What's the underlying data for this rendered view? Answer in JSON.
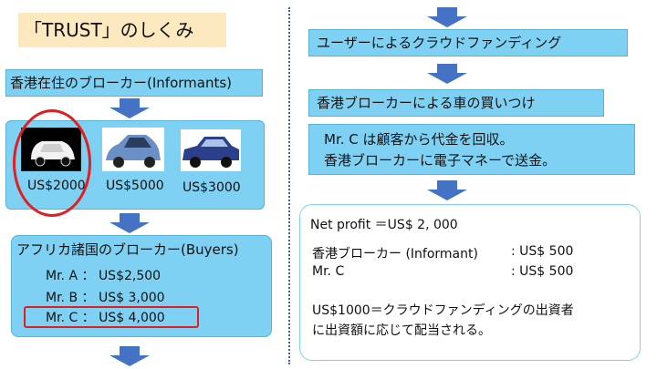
{
  "title": "「TRUST」のしくみ",
  "left": {
    "informants_label": "香港在住のブローカー(Informants)",
    "cars": [
      {
        "name": "car-icon-white",
        "price": "US$2000",
        "highlighted": true
      },
      {
        "name": "car-icon-blue",
        "price": "US$5000",
        "highlighted": false
      },
      {
        "name": "car-icon-navy",
        "price": "US$3000",
        "highlighted": false
      }
    ],
    "buyers_label": "アフリカ諸国のブローカー(Buyers)",
    "buyers": [
      {
        "name": "Mr. A",
        "sep": "：",
        "price": "US$2,500",
        "highlighted": false
      },
      {
        "name": "Mr. B",
        "sep": "：",
        "price": "US$ 3,000",
        "highlighted": false
      },
      {
        "name": "Mr. C",
        "sep": "：",
        "price": "US$ 4,000",
        "highlighted": true
      }
    ]
  },
  "right": {
    "step1": "ユーザーによるクラウドファンディング",
    "step2": "香港ブローカーによる車の買いつけ",
    "step3_line1": "Mr. C は顧客から代金を回収。",
    "step3_line2": "香港ブローカーに電子マネーで送金。",
    "net_profit": "Net profit ＝US$ 2, 000",
    "informant_label": "香港ブローカー (Informant)",
    "informant_value": ": US$ 500",
    "mrc_label": "Mr. C",
    "mrc_value": ": US$ 500",
    "note_line1": "US$1000＝クラウドファンディングの出資者",
    "note_line2": "に出資額に応じて配当される。"
  },
  "colors": {
    "box": "#7fd1f3",
    "arrow": "#4472c4",
    "highlight": "#e02020",
    "title_bg": "#fde9c0",
    "divider": "#3a5fc6"
  }
}
